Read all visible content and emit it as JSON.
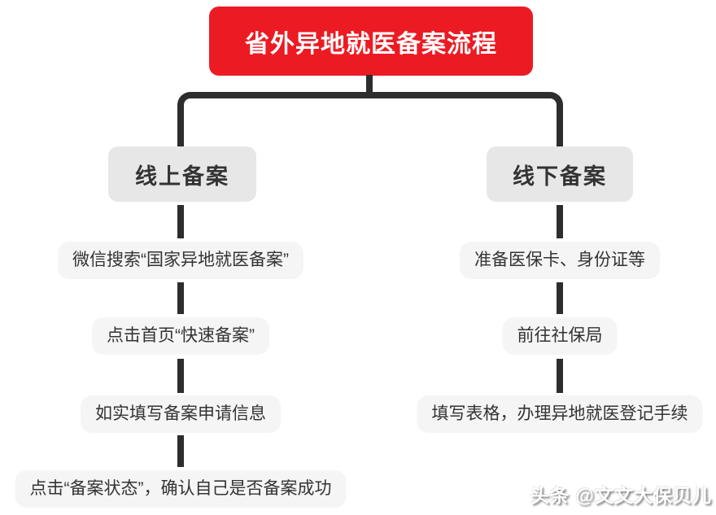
{
  "diagram": {
    "title": "省外异地就医备案流程",
    "colors": {
      "title_bg": "#ec1b23",
      "title_text": "#ffffff",
      "connector": "#2d2d2d",
      "branch_bg": "#e7e7e7",
      "step_bg": "#f5f5f5",
      "text": "#333333"
    },
    "branches": [
      {
        "label": "线上备案",
        "steps": [
          "微信搜索“国家异地就医备案”",
          "点击首页“快速备案”",
          "如实填写备案申请信息",
          "点击“备案状态”，确认自己是否备案成功"
        ]
      },
      {
        "label": "线下备案",
        "steps": [
          "准备医保卡、身份证等",
          "前往社保局",
          "填写表格，办理异地就医登记手续"
        ]
      }
    ]
  },
  "watermark": {
    "label": "头条 @文文大保贝儿"
  }
}
